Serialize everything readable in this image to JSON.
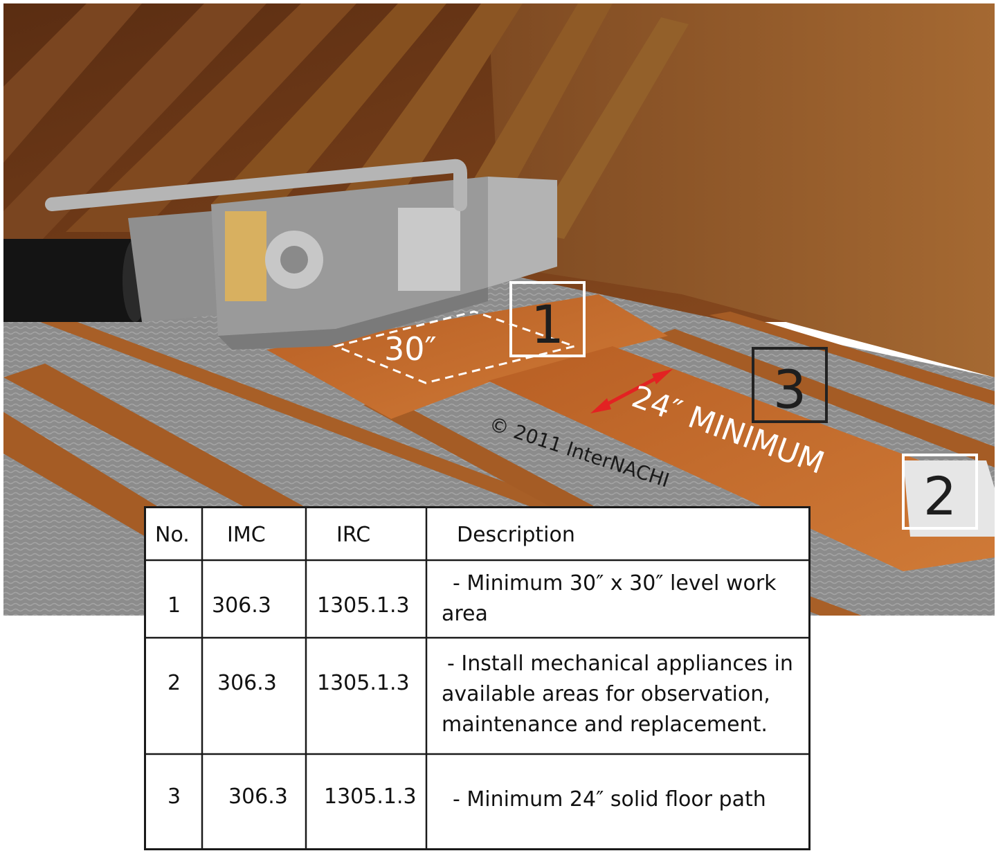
{
  "labels": {
    "dim_30": "30″",
    "dim_24": "24″ MINIMUM",
    "callout_1": "1",
    "callout_2": "2",
    "callout_3": "3",
    "copyright": "© 2011  InterNACHI"
  },
  "table": {
    "headers": [
      "No.",
      "IMC",
      "IRC",
      "Description"
    ],
    "rows": [
      {
        "no": "1",
        "imc": "306.3",
        "irc": "1305.1.3",
        "desc_lines": [
          "- Minimum 30″ x 30″ level work",
          "area"
        ]
      },
      {
        "no": "2",
        "imc": "306.3",
        "irc": "1305.1.3",
        "desc_lines": [
          "- Install mechanical appliances in",
          "available areas for observation,",
          "maintenance and replacement."
        ]
      },
      {
        "no": "3",
        "imc": "306.3",
        "irc": "1305.1.3",
        "desc_lines": [
          "- Minimum 24″ solid  floor path"
        ]
      }
    ]
  },
  "colors": {
    "wood_dark": "#6b3a17",
    "wood_mid": "#9a5a28",
    "decking": "#c06a2c",
    "insulation": "#8e8e8e",
    "metal": "#a7a7a7",
    "arrow_red": "#e32222"
  }
}
